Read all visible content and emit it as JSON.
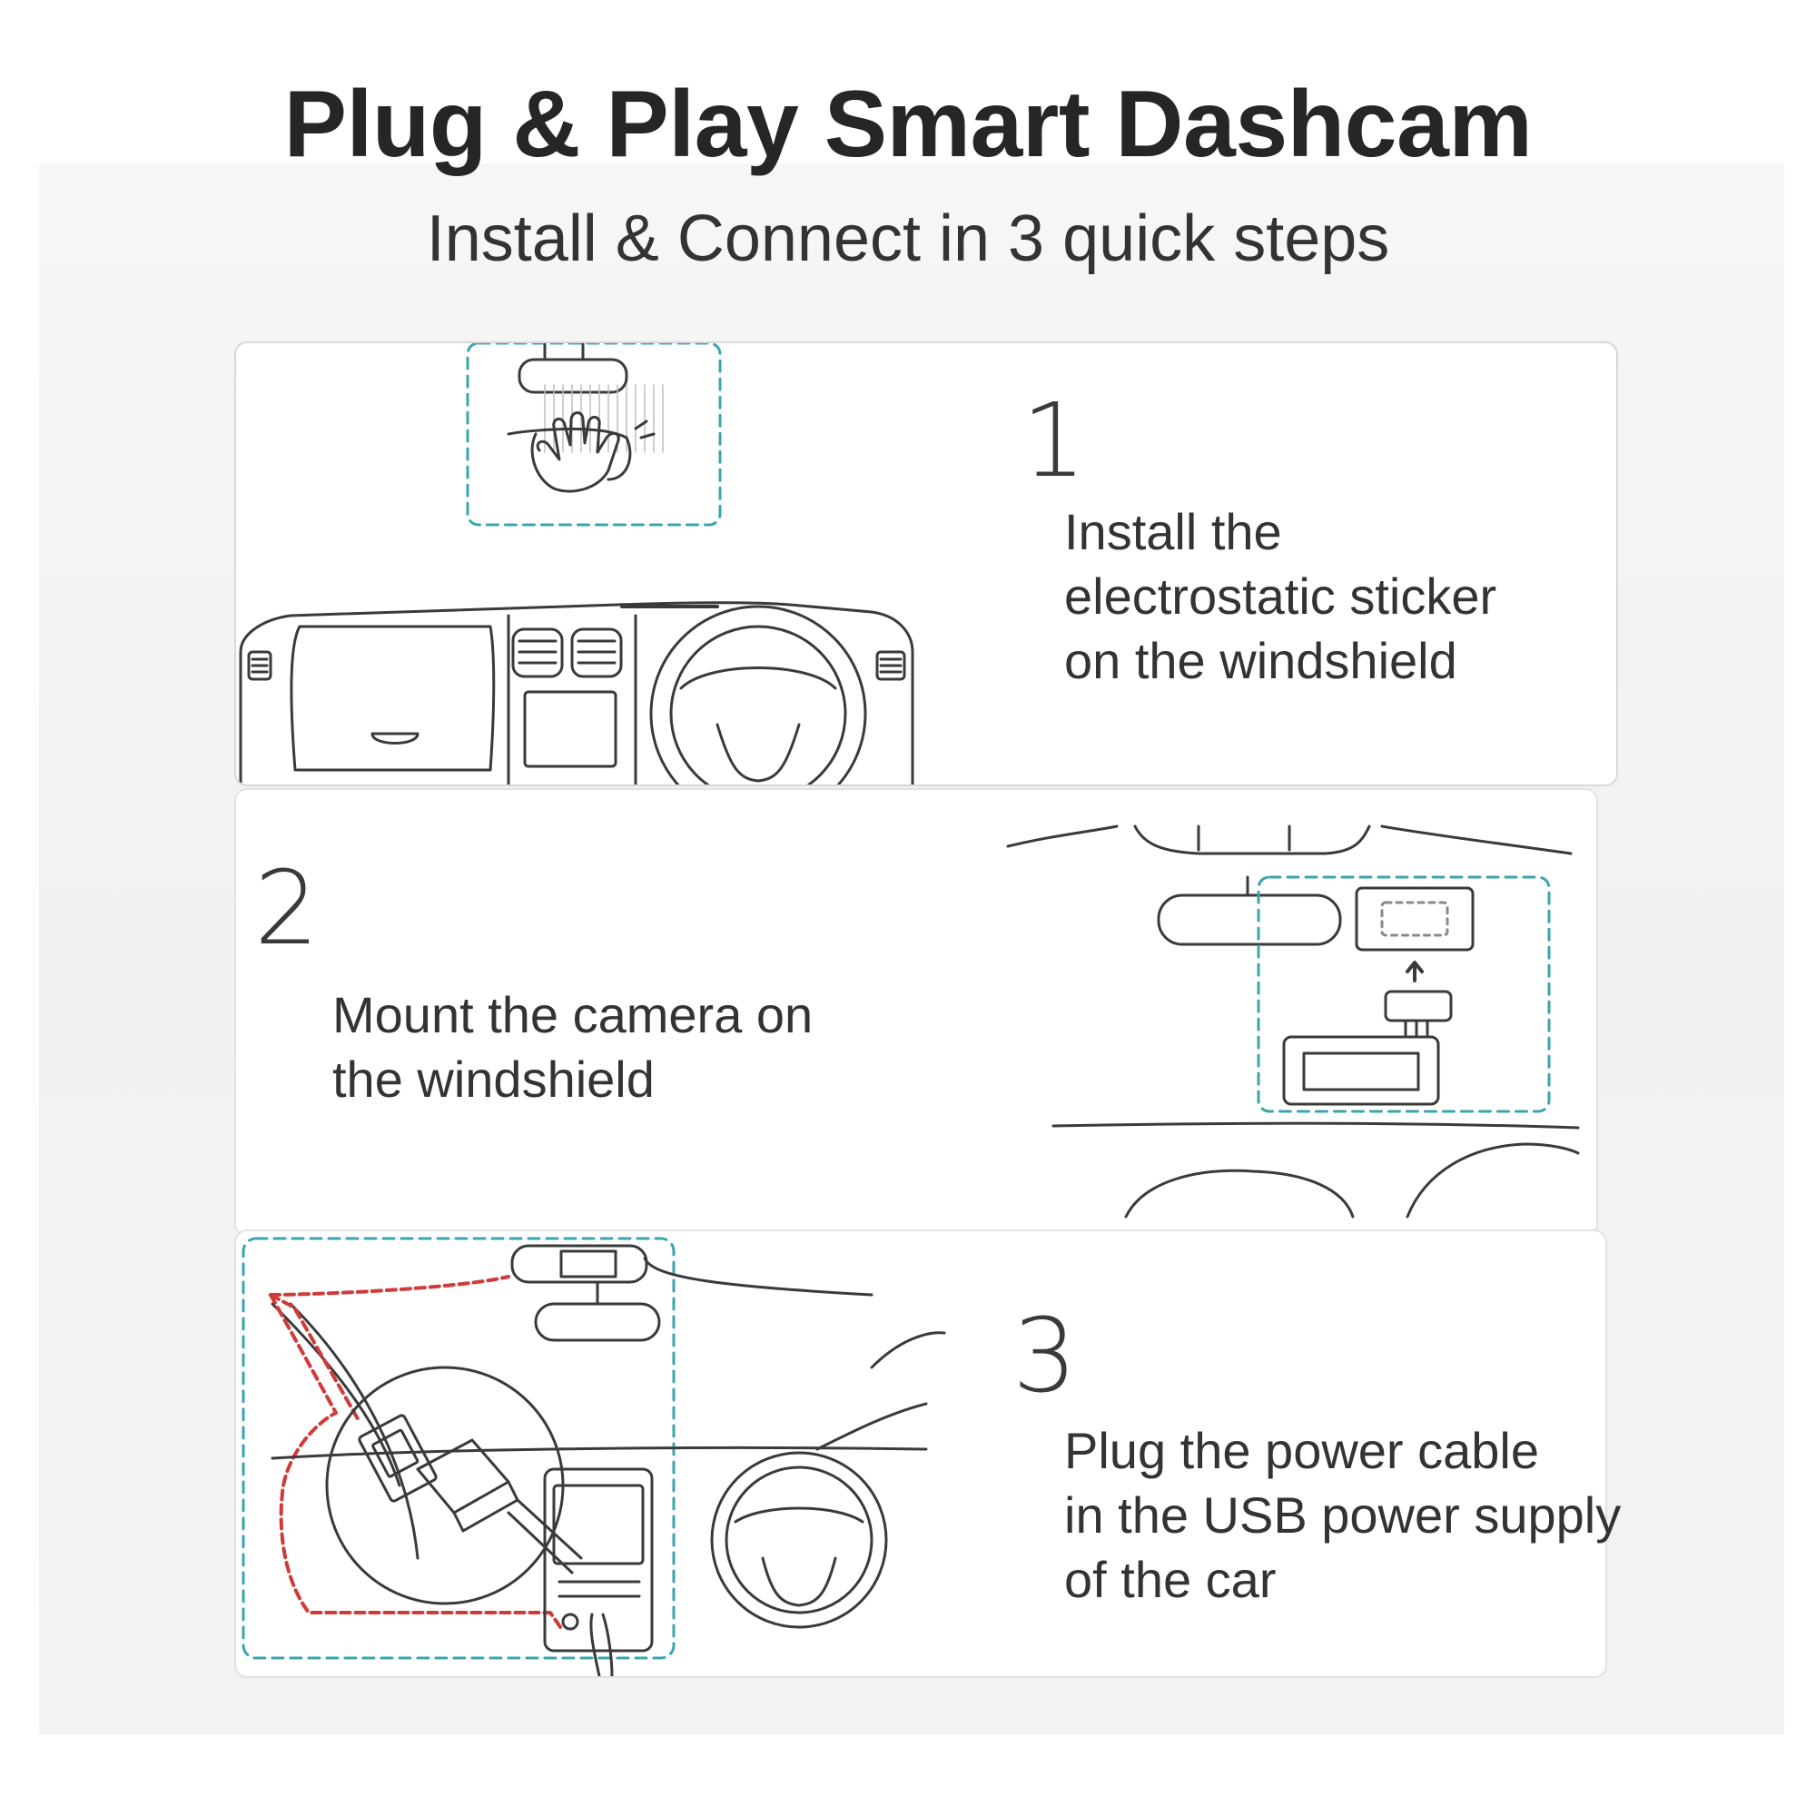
{
  "header": {
    "title": "Plug & Play Smart Dashcam",
    "subtitle": "Install & Connect in 3 quick steps"
  },
  "steps": [
    {
      "number": "1",
      "lines": [
        "Install the",
        "electrostatic sticker",
        "on the windshield"
      ]
    },
    {
      "number": "2",
      "lines": [
        "Mount the camera on",
        "the windshield"
      ]
    },
    {
      "number": "3",
      "lines": [
        "Plug the power cable",
        "in the USB power supply",
        "of the car"
      ]
    }
  ],
  "colors": {
    "accent_dashed": "#3aa5b0",
    "cable_red": "#d03a3a",
    "line_art": "#3a3a3a"
  }
}
